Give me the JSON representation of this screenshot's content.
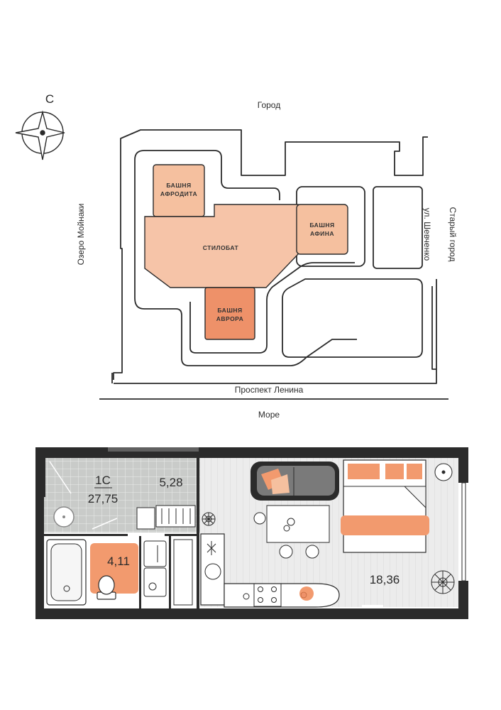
{
  "compass": {
    "north_label": "С"
  },
  "site_plan": {
    "labels": {
      "north": "Город",
      "west": "Озеро Мойнаки",
      "east": "Старый город",
      "street_east": "ул. Шевченко",
      "street_south": "Проспект Ленина",
      "south": "Море"
    },
    "buildings": {
      "afrodita": [
        "БАШНЯ",
        "АФРОДИТА"
      ],
      "afina": [
        "БАШНЯ",
        "АФИНА"
      ],
      "stylobate": "СТИЛОБАТ",
      "avrora": [
        "БАШНЯ",
        "АВРОРА"
      ]
    }
  },
  "floor_plan": {
    "unit_code": "1С",
    "total_area": "27,75",
    "rooms": {
      "hall": "5,28",
      "bathroom": "4,11",
      "living": "18,36"
    }
  },
  "colors": {
    "line": "#2b2b2b",
    "stylobate": "#f6c4a8",
    "tower_light": "#f5c09f",
    "tower_dark": "#ee9169",
    "tile": "#c9cbc9",
    "floor": "#ececec",
    "accent": "#f29a6e"
  }
}
